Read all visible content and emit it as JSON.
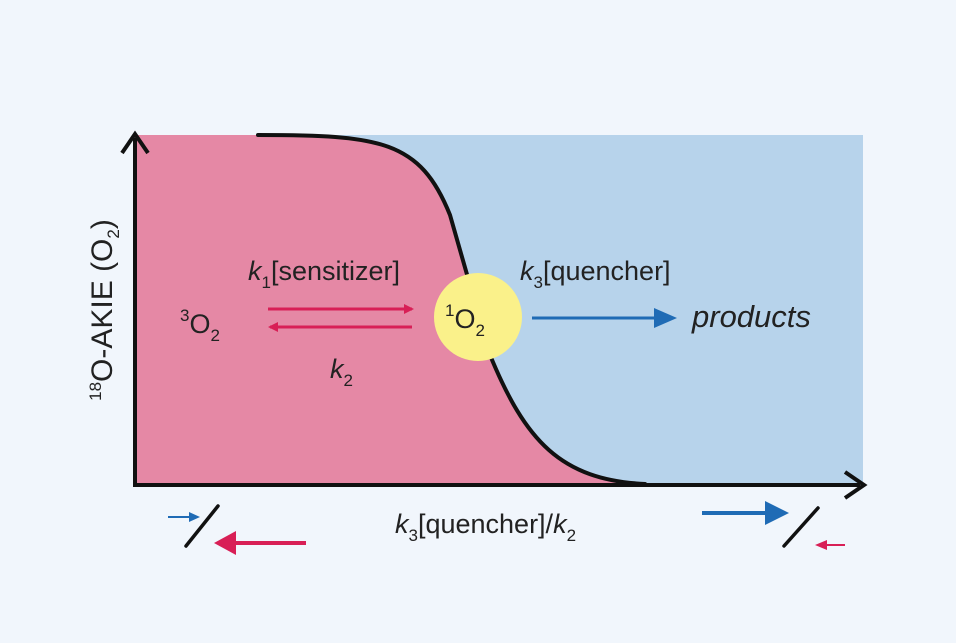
{
  "colors": {
    "background": "#f1f6fc",
    "left_region": "#e588a5",
    "right_region": "#b7d3eb",
    "curve": "#111111",
    "singlet_circle": "#faf18a",
    "red_arrow": "#d81f56",
    "blue_arrow": "#1f6bb5",
    "text": "#222222"
  },
  "y_axis": {
    "sup": "18",
    "main": "O-AKIE (O",
    "sub": "2",
    "close": ")"
  },
  "x_axis": {
    "k": "k",
    "k_sub": "3",
    "mid": "[quencher]/",
    "k2": "k",
    "k2_sub": "2"
  },
  "forward": {
    "k": "k",
    "sub": "1",
    "rest": "[sensitizer]"
  },
  "reverse": {
    "k": "k",
    "sub": "2"
  },
  "triplet": {
    "sup": "3",
    "main": "O",
    "sub": "2"
  },
  "singlet": {
    "sup": "1",
    "main": "O",
    "sub": "2"
  },
  "quench": {
    "k": "k",
    "sub": "3",
    "rest": "[quencher]"
  },
  "products": "products"
}
